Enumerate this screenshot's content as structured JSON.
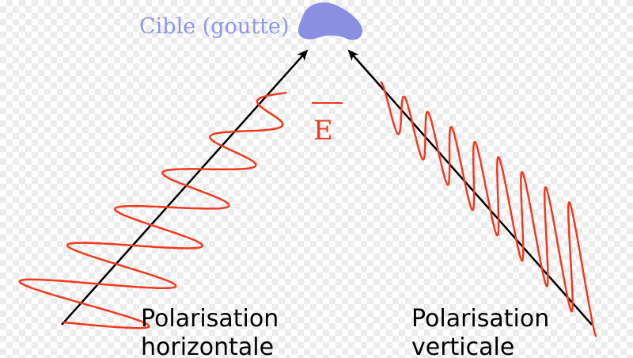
{
  "target": {
    "label": "Cible (goutte)",
    "color": "#8f95e8"
  },
  "field": {
    "label": "E",
    "color": "#f03a20"
  },
  "left_wave": {
    "line1": "Polarisation",
    "line2": "horizontale"
  },
  "right_wave": {
    "line1": "Polarisation",
    "line2": "verticale"
  },
  "colors": {
    "wave": "#f03a20",
    "axis": "#000000"
  }
}
